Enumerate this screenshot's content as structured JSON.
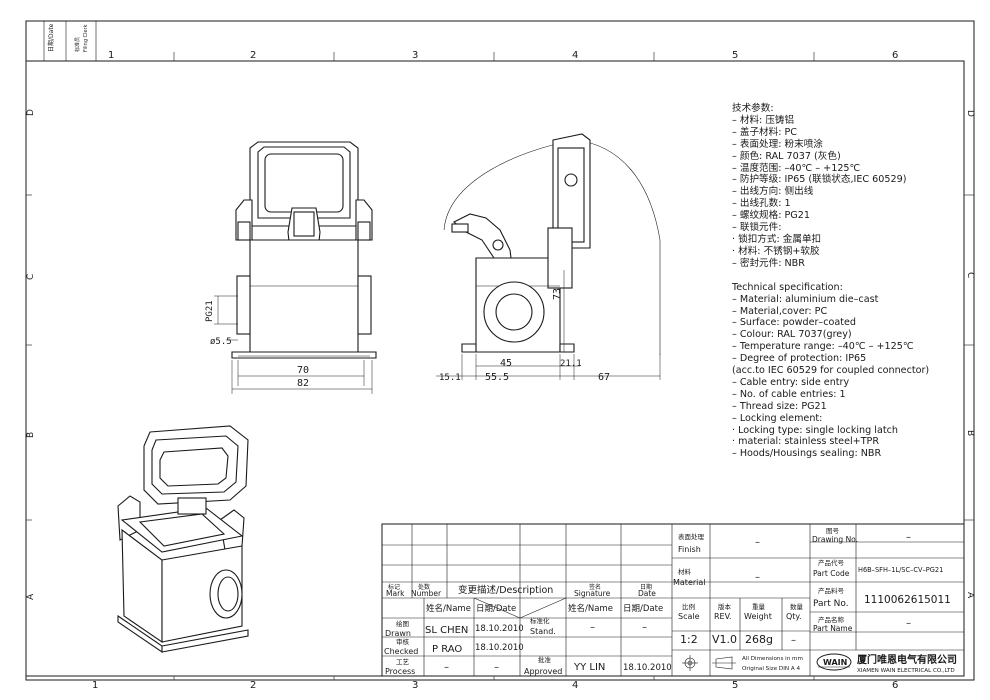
{
  "frame": {
    "column_labels": [
      "1",
      "2",
      "3",
      "4",
      "5",
      "6"
    ],
    "row_labels": [
      "D",
      "C",
      "B",
      "A"
    ],
    "corner_labels": [
      "日期/Date",
      "标准员",
      "Filing Clerk"
    ]
  },
  "front_view": {
    "dim_width_inner": "70",
    "dim_width_outer": "82",
    "dim_thread": "PG21",
    "dim_hole": "ø5.5"
  },
  "side_view": {
    "dim_a": "15.1",
    "dim_b": "55.5",
    "dim_c": "45",
    "dim_d": "21.1",
    "dim_e": "67",
    "dim_height": "73"
  },
  "specs_cn": {
    "title": "技术参数:",
    "lines": [
      "– 材料: 压铸铝",
      "– 盖子材料: PC",
      "– 表面处理: 粉末喷涂",
      "– 颜色: RAL 7037 (灰色)",
      "– 温度范围: –40℃ – +125℃",
      "– 防护等级: IP65 (联锁状态,IEC 60529)",
      "– 出线方向: 侧出线",
      "– 出线孔数: 1",
      "– 螺纹规格: PG21",
      "– 联锁元件:",
      "   · 锁扣方式: 金属单扣",
      "   · 材料: 不锈钢+软胶",
      "– 密封元件: NBR"
    ]
  },
  "specs_en": {
    "title": "Technical specification:",
    "lines": [
      "– Material: aluminium die–cast",
      "– Material,cover: PC",
      "– Surface: powder–coated",
      "– Colour: RAL 7037(grey)",
      "– Temperature range: –40℃ – +125℃",
      "– Degree of protection: IP65",
      "   (acc.to IEC 60529 for coupled connector)",
      "– Cable entry: side entry",
      "– No. of cable entries: 1",
      "– Thread size: PG21",
      "– Locking element:",
      "   · Locking type: single locking latch",
      "   · material: stainless steel+TPR",
      "– Hoods/Housings sealing: NBR"
    ]
  },
  "title_block": {
    "finish_label_cn": "表面处理",
    "finish_label_en": "Finish",
    "finish_value": "–",
    "material_label_cn": "材料",
    "material_label_en": "Material",
    "material_value": "–",
    "drawing_no_label_cn": "图号",
    "drawing_no_label_en": "Drawing No.",
    "drawing_no_value": "–",
    "part_code_label_cn": "产品代号",
    "part_code_label_en": "Part Code",
    "part_code_value": "H6B–SFH–1L/SC–CV–PG21",
    "part_no_label_cn": "产品料号",
    "part_no_label_en": "Part No.",
    "part_no_value": "1110062615011",
    "part_name_label_cn": "产品名称",
    "part_name_label_en": "Part Name",
    "part_name_value": "–",
    "scale_label_cn": "比例",
    "scale_label_en": "Scale",
    "scale_value": "1:2",
    "rev_label_cn": "版本",
    "rev_label_en": "REV.",
    "rev_value": "V1.0",
    "weight_label_cn": "重量",
    "weight_label_en": "Weight",
    "weight_value": "268g",
    "qty_label_cn": "数量",
    "qty_label_en": "Qty.",
    "qty_value": "–",
    "dims_note_1": "All Dimensions in mm",
    "dims_note_2": "Original Size DIN A 4",
    "mark_cn": "标记",
    "mark_en": "Mark",
    "number_cn": "处数",
    "number_en": "Number",
    "description": "变更描述/Description",
    "signature_cn": "签名",
    "signature_en": "Signature",
    "date_cn": "日期",
    "date_en": "Date",
    "name_header": "姓名/Name",
    "date_header": "日期/Date",
    "name_header_2": "姓名/Name",
    "date_header_2": "日期/Date",
    "drawn_cn": "绘图",
    "drawn_en": "Drawn",
    "drawn_name": "SL CHEN",
    "drawn_date": "18.10.2010",
    "checked_cn": "审核",
    "checked_en": "Checked",
    "checked_name": "P RAO",
    "checked_date": "18.10.2010",
    "process_cn": "工艺",
    "process_en": "Process",
    "process_name": "–",
    "process_date": "–",
    "stand_cn": "标准化",
    "stand_en": "Stand.",
    "stand_name": "–",
    "stand_date": "–",
    "approved_cn": "批准",
    "approved_en": "Approved",
    "approved_name": "YY LIN",
    "approved_date": "18.10.2010",
    "company_logo": "WAIN",
    "company_cn": "厦门唯恩电气有限公司",
    "company_en": "XIAMEN WAIN ELECTRICAL CO.,LTD"
  }
}
